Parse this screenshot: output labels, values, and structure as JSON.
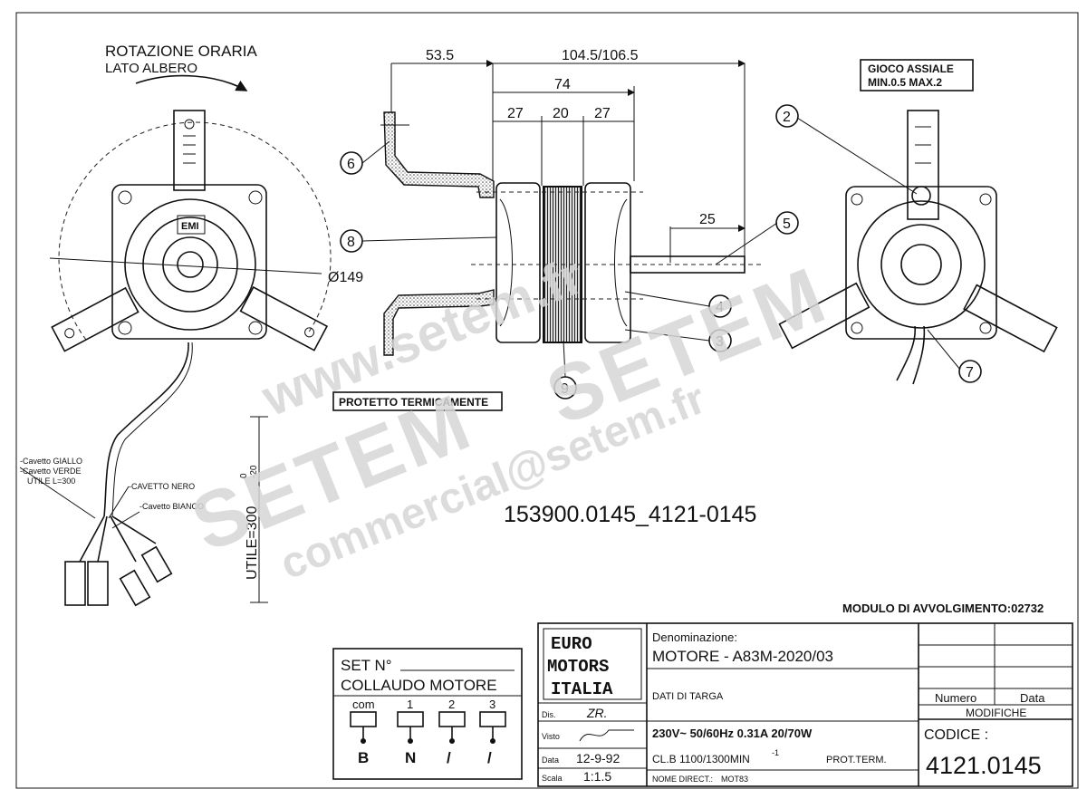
{
  "rotation": {
    "line1": "ROTAZIONE ORARIA",
    "line2": "LATO ALBERO"
  },
  "dimensions": {
    "d53_5": "53.5",
    "d104_5": "104.5/106.5",
    "d74": "74",
    "d27a": "27",
    "d20": "20",
    "d27b": "27",
    "d25": "25",
    "diameter": "Ø149",
    "utile": "UTILE=300",
    "utile_tol_upper": "0",
    "utile_tol_lower": "-20"
  },
  "callouts": [
    "2",
    "6",
    "8",
    "5",
    "4",
    "3",
    "9",
    "7"
  ],
  "gioco": {
    "line1": "GIOCO ASSIALE",
    "line2": "MIN.0.5 MAX.2"
  },
  "protetto": "PROTETTO TERMICAMENTE",
  "front_labels": {
    "emi": "EMI"
  },
  "cables": {
    "giallo": "-Cavetto GIALLO",
    "verde": "-Cavetto VERDE",
    "utile": "UTILE L=300",
    "nero": "-CAVETTO NERO",
    "bianco": "-Cavetto BIANCO"
  },
  "part_number": "153900.0145_4121-0145",
  "modulo": "MODULO DI AVVOLGIMENTO:02732",
  "set_box": {
    "set": "SET N°",
    "collaudo": "COLLAUDO MOTORE",
    "terminals": [
      {
        "top": "com",
        "bottom": "B"
      },
      {
        "top": "1",
        "bottom": "N"
      },
      {
        "top": "2",
        "bottom": "/"
      },
      {
        "top": "3",
        "bottom": "/"
      }
    ]
  },
  "logo": {
    "line1": "EURO",
    "line2": "MOTORS",
    "line3": "ITALIA"
  },
  "title_block": {
    "dis_label": "Dis.",
    "dis_value": "ZR.",
    "visto_label": "Visto",
    "data_label": "Data",
    "data_value": "12-9-92",
    "scala_label": "Scala",
    "scala_value": "1:1.5",
    "denominazione_label": "Denominazione:",
    "denominazione_value": "MOTORE - A83M-2020/03",
    "dati_label": "DATI DI TARGA",
    "spec_line1": "230V~  50/60Hz    0.31A    20/70W",
    "spec_line2": "CL.B    1100/1300MIN",
    "spec_exp": "-1",
    "spec_prot": "PROT.TERM.",
    "nome_label": "NOME DIRECT.:",
    "nome_value": "MOT83",
    "numero_label": "Numero",
    "data_col_label": "Data",
    "modifiche_label": "MODIFICHE",
    "codice_label": "CODICE :",
    "codice_value": "4121.0145"
  },
  "watermarks": [
    "www.setem.fr",
    "SETEM",
    "SETEM",
    "commercial@setem.fr"
  ]
}
